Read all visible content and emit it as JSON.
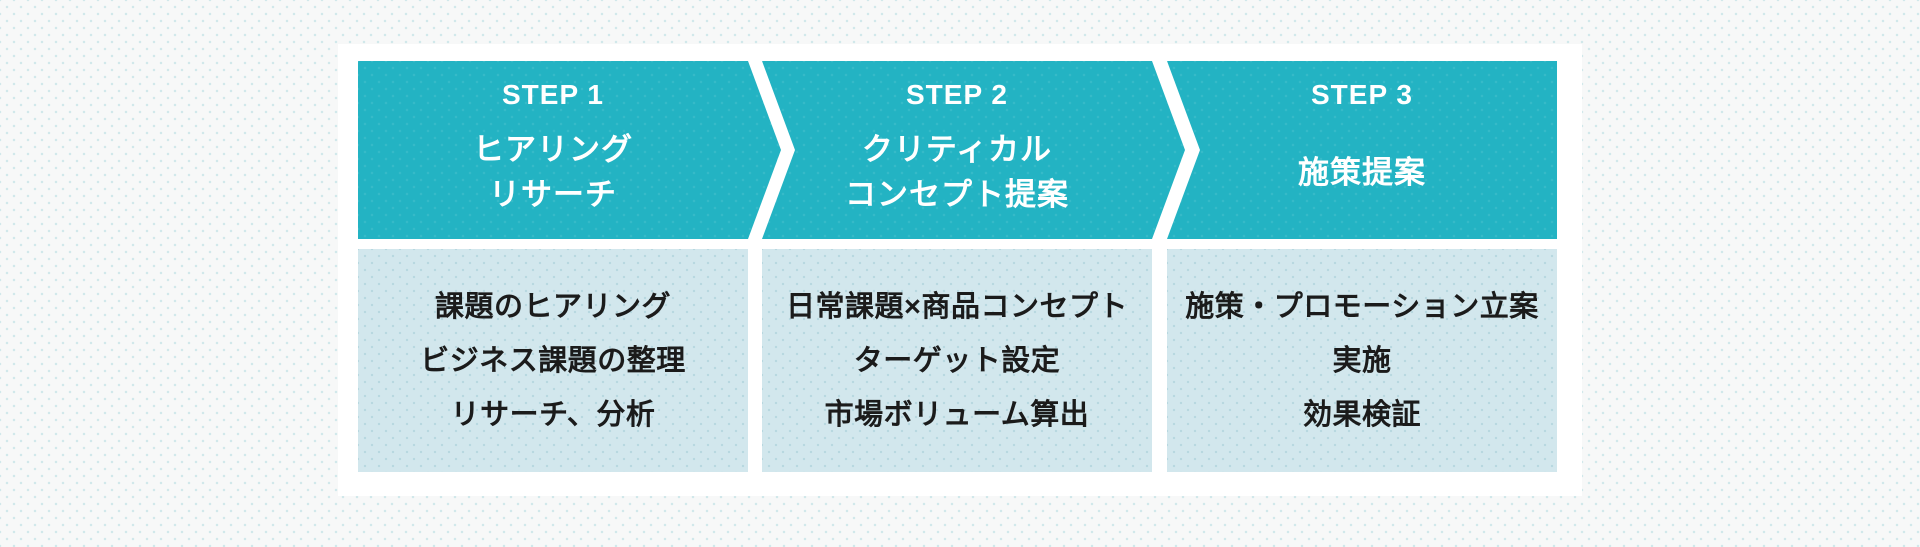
{
  "diagram": {
    "steps": [
      {
        "label": "STEP 1",
        "title_lines": [
          "ヒアリング",
          "リサーチ"
        ],
        "items": [
          "課題のヒアリング",
          "ビジネス課題の整理",
          "リサーチ、分析"
        ]
      },
      {
        "label": "STEP 2",
        "title_lines": [
          "クリティカル",
          "コンセプト提案"
        ],
        "items": [
          "日常課題×商品コンセプト",
          "ターゲット設定",
          "市場ボリューム算出"
        ]
      },
      {
        "label": "STEP 3",
        "title_lines": [
          "施策提案"
        ],
        "items": [
          "施策・プロモーション立案",
          "実施",
          "効果検証"
        ]
      }
    ],
    "colors": {
      "arrow_teal": "#23b3c3",
      "detail_box_blue": "#d2e7ed",
      "header_text": "#ffffff",
      "detail_text": "#1b1b1b",
      "card_background": "#ffffff",
      "page_background": "#f7f8f8"
    }
  }
}
